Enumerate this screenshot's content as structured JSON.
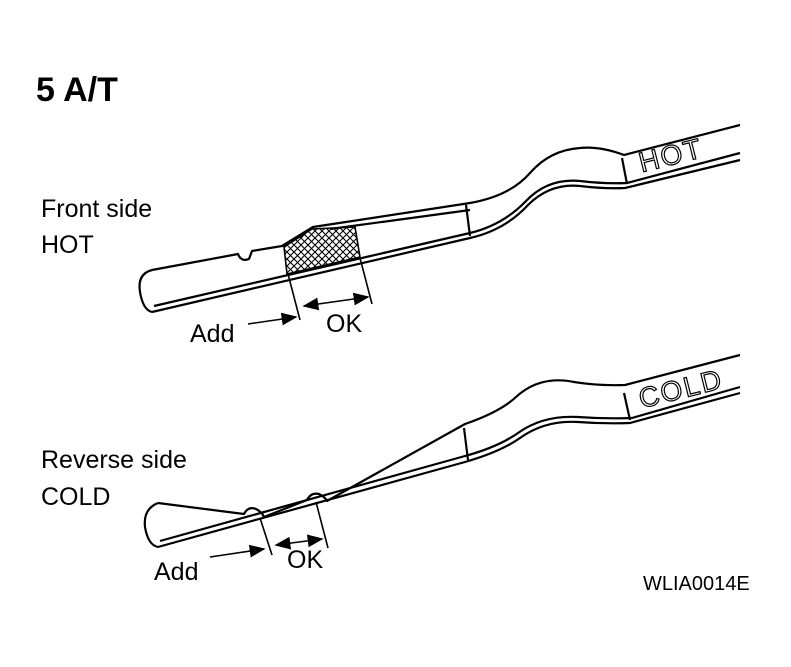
{
  "title": "5 A/T",
  "front": {
    "side_label": "Front side",
    "temp_label": "HOT",
    "stamp": "HOT",
    "add_label": "Add",
    "ok_label": "OK"
  },
  "reverse": {
    "side_label": "Reverse side",
    "temp_label": "COLD",
    "stamp": "COLD",
    "add_label": "Add",
    "ok_label": "OK"
  },
  "figure_code": "WLIA0014E"
}
